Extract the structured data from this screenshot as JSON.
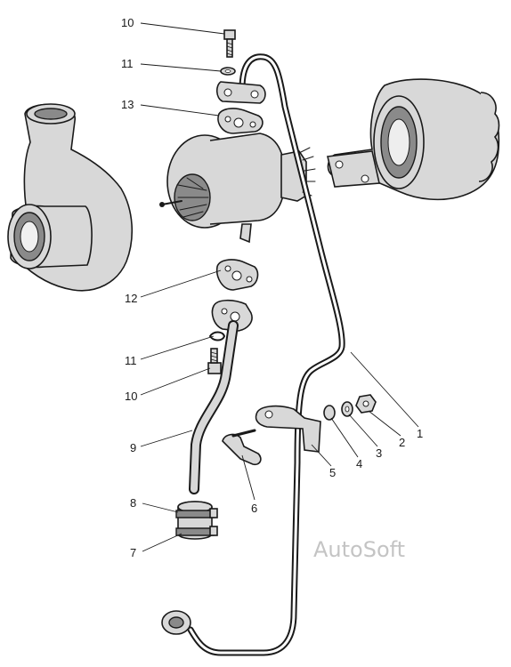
{
  "callouts": {
    "c10_top": "10",
    "c11_top": "11",
    "c13": "13",
    "c12": "12",
    "c11_bottom": "11",
    "c10_bottom": "10",
    "c9": "9",
    "c8": "8",
    "c7": "7",
    "c6": "6",
    "c5": "5",
    "c4": "4",
    "c3": "3",
    "c2": "2",
    "c1": "1"
  },
  "watermark": "AutoSoft"
}
